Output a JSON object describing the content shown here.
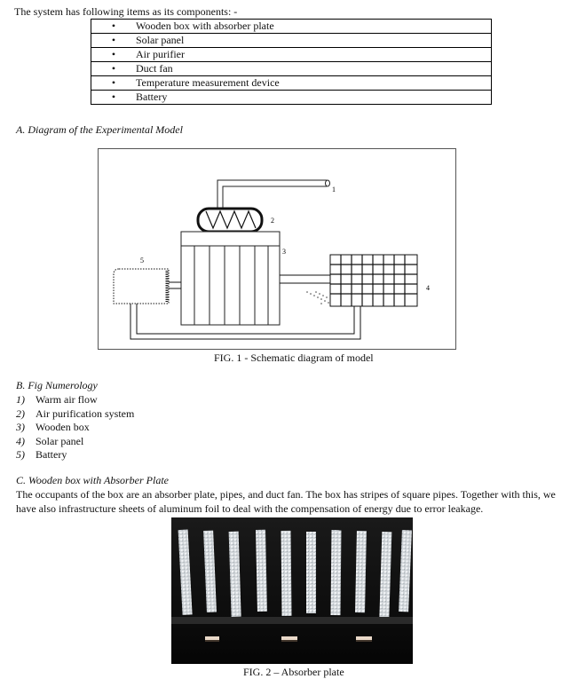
{
  "intro": "The system has following items as its components: -",
  "components": [
    "Wooden box with absorber plate",
    "Solar panel",
    "Air purifier",
    "Duct fan",
    "Temperature measurement device",
    "Battery"
  ],
  "bullet": "•",
  "section_a": "A.   Diagram of the Experimental Model",
  "diagram_labels": [
    "1",
    "2",
    "3",
    "4",
    "5"
  ],
  "fig1_caption": "FIG. 1 - Schematic diagram of model",
  "section_b": "B.   Fig Numerology",
  "numerology": [
    {
      "num": "1)",
      "text": "Warm air flow"
    },
    {
      "num": "2)",
      "text": "Air purification system"
    },
    {
      "num": "3)",
      "text": "Wooden box"
    },
    {
      "num": "4)",
      "text": "Solar panel"
    },
    {
      "num": "5)",
      "text": "Battery"
    }
  ],
  "section_c": "C.   Wooden box with Absorber Plate",
  "paragraph": "The occupants of the box are an absorber plate, pipes, and duct fan. The box has stripes of square pipes. Together with this, we have also infrastructure sheets of aluminum foil to deal with the compensation of energy due to error leakage.",
  "fig2_caption": "FIG. 2 – Absorber plate"
}
